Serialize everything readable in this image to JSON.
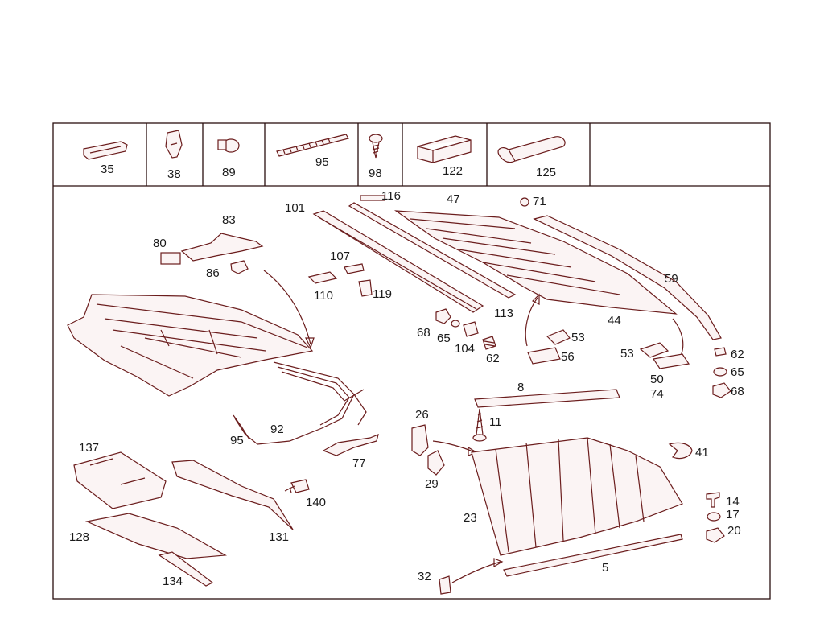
{
  "legend": [
    {
      "label": "35",
      "icon": "profile-strip-icon"
    },
    {
      "label": "38",
      "icon": "plastic-clip-icon"
    },
    {
      "label": "89",
      "icon": "hose-clamp-icon"
    },
    {
      "label": "95",
      "icon": "cable-tie-icon"
    },
    {
      "label": "98",
      "icon": "screw-icon"
    },
    {
      "label": "122",
      "icon": "foam-block-icon"
    },
    {
      "label": "125",
      "icon": "seal-profile-icon"
    }
  ],
  "callouts": {
    "c116": "116",
    "c47": "47",
    "c71": "71",
    "c101": "101",
    "c83": "83",
    "c80": "80",
    "c86": "86",
    "c107": "107",
    "c110": "110",
    "c119": "119",
    "c113": "113",
    "c59": "59",
    "c44": "44",
    "c68a": "68",
    "c65a": "65",
    "c104": "104",
    "c62a": "62",
    "c53a": "53",
    "c56": "56",
    "c53b": "53",
    "c50": "50",
    "c74": "74",
    "c62b": "62",
    "c65b": "65",
    "c68b": "68",
    "c8": "8",
    "c11": "11",
    "c26": "26",
    "c29": "29",
    "c41": "41",
    "c92": "92",
    "c95b": "95",
    "c77": "77",
    "c137": "137",
    "c140": "140",
    "c128": "128",
    "c131": "131",
    "c134": "134",
    "c23": "23",
    "c14": "14",
    "c17": "17",
    "c20": "20",
    "c32": "32",
    "c5": "5"
  },
  "colors": {
    "line": "#6b1d1d",
    "frame": "#2a0f0f",
    "text": "#1b1b1b"
  }
}
